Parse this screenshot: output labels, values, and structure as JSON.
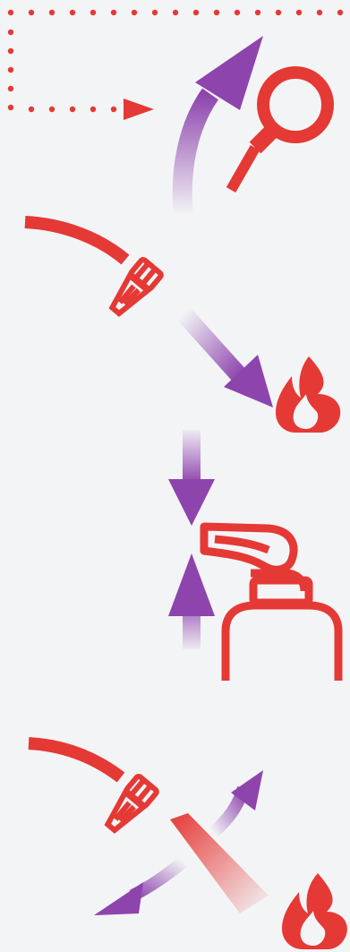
{
  "colors": {
    "background": "#f3f4f6",
    "red": "#e53935",
    "purple": "#8e44ad",
    "purple_light": "#b084c9"
  },
  "steps": [
    {
      "name": "locate",
      "icons": [
        "dotted-path-icon",
        "magnifier-icon",
        "curved-up-arrow-icon"
      ]
    },
    {
      "name": "aim-base",
      "icons": [
        "hose-nozzle-icon",
        "diagonal-arrow-icon",
        "flame-icon"
      ]
    },
    {
      "name": "squeeze",
      "icons": [
        "down-arrow-icon",
        "up-arrow-icon",
        "extinguisher-handle-icon"
      ]
    },
    {
      "name": "sweep",
      "icons": [
        "hose-nozzle-icon",
        "sweep-arrows-icon",
        "spray-icon",
        "flame-icon"
      ]
    }
  ]
}
